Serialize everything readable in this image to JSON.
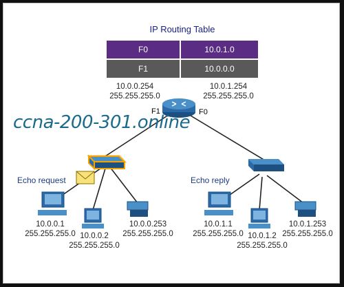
{
  "routing_table": {
    "title": "IP Routing Table",
    "rows": [
      {
        "interface": "F0",
        "network": "10.0.1.0"
      },
      {
        "interface": "F1",
        "network": "10.0.0.0"
      }
    ],
    "row_colors": [
      "#5b2c83",
      "#595959"
    ]
  },
  "router": {
    "f1_ip": "10.0.0.254",
    "f1_mask": "255.255.255.0",
    "f0_ip": "10.0.1.254",
    "f0_mask": "255.255.255.0",
    "port_f1": "F1",
    "port_f0": "F0"
  },
  "watermark": "ccna-200-301.online",
  "labels": {
    "echo_request": "Echo request",
    "echo_reply": "Echo reply"
  },
  "hosts_left": [
    {
      "ip": "10.0.0.1",
      "mask": "255.255.255.0"
    },
    {
      "ip": "10.0.0.2",
      "mask": "255.255.255.0"
    },
    {
      "ip": "10.0.0.253",
      "mask": "255.255.255.0"
    }
  ],
  "hosts_right": [
    {
      "ip": "10.0.1.1",
      "mask": "255.255.255.0"
    },
    {
      "ip": "10.0.1.2",
      "mask": "255.255.255.0"
    },
    {
      "ip": "10.0.1.253",
      "mask": "255.255.255.0"
    }
  ],
  "colors": {
    "device_blue": "#2a6aa8",
    "highlight_orange": "#f5a300"
  }
}
